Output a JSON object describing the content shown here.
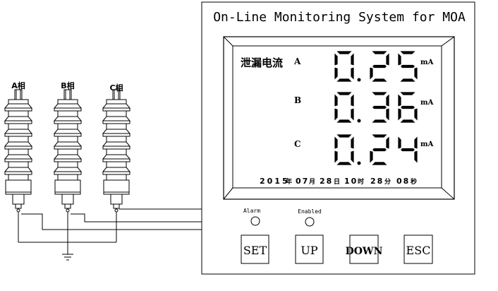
{
  "device": {
    "title": "On-Line Monitoring System for MOA",
    "display": {
      "label": "泄漏电流",
      "unit": "mA",
      "phases": [
        {
          "name": "A",
          "digits": "025",
          "value": "0.25"
        },
        {
          "name": "B",
          "digits": "036",
          "value": "0.36"
        },
        {
          "name": "C",
          "digits": "024",
          "value": "0.24"
        }
      ],
      "datetime": [
        {
          "num": "2015",
          "unit": "年"
        },
        {
          "num": "07",
          "unit": "月"
        },
        {
          "num": "28",
          "unit": "日"
        },
        {
          "num": "10",
          "unit": "时"
        },
        {
          "num": "28",
          "unit": "分"
        },
        {
          "num": "08",
          "unit": "秒"
        }
      ]
    },
    "indicators": [
      {
        "label": "Alarm"
      },
      {
        "label": "Enabled"
      }
    ],
    "buttons": [
      {
        "label": "SET"
      },
      {
        "label": "UP"
      },
      {
        "label": "DOWN"
      },
      {
        "label": "ESC"
      }
    ]
  },
  "arresters": [
    {
      "label": "A相"
    },
    {
      "label": "B相"
    },
    {
      "label": "C相"
    }
  ]
}
